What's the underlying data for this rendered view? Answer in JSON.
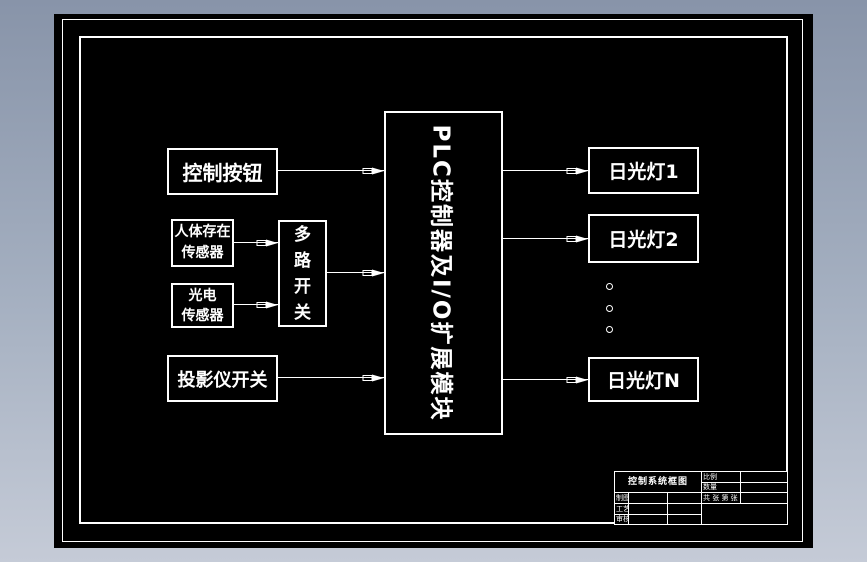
{
  "colors": {
    "background_top": "#8894a9",
    "background_bottom": "#c5cbd7",
    "sheet": "#000000",
    "line": "#ffffff"
  },
  "diagram": {
    "control_button": "控制按钮",
    "human_sensor": "人体存在\n传感器",
    "photo_sensor": "光电\n传感器",
    "multi_switch": "多\n路\n开\n关",
    "projector_switch": "投影仪开关",
    "plc": "PLC控制器及I/O扩展模块",
    "lamp1": "日光灯1",
    "lamp2": "日光灯2",
    "lampN": "日光灯N",
    "ellipsis_circles": 3
  },
  "title_block": {
    "title": "控制系统框图",
    "left_rows": [
      "制图",
      "工艺",
      "审核"
    ],
    "right_rows": [
      "比例",
      "数量",
      "共 张 第 张"
    ]
  }
}
